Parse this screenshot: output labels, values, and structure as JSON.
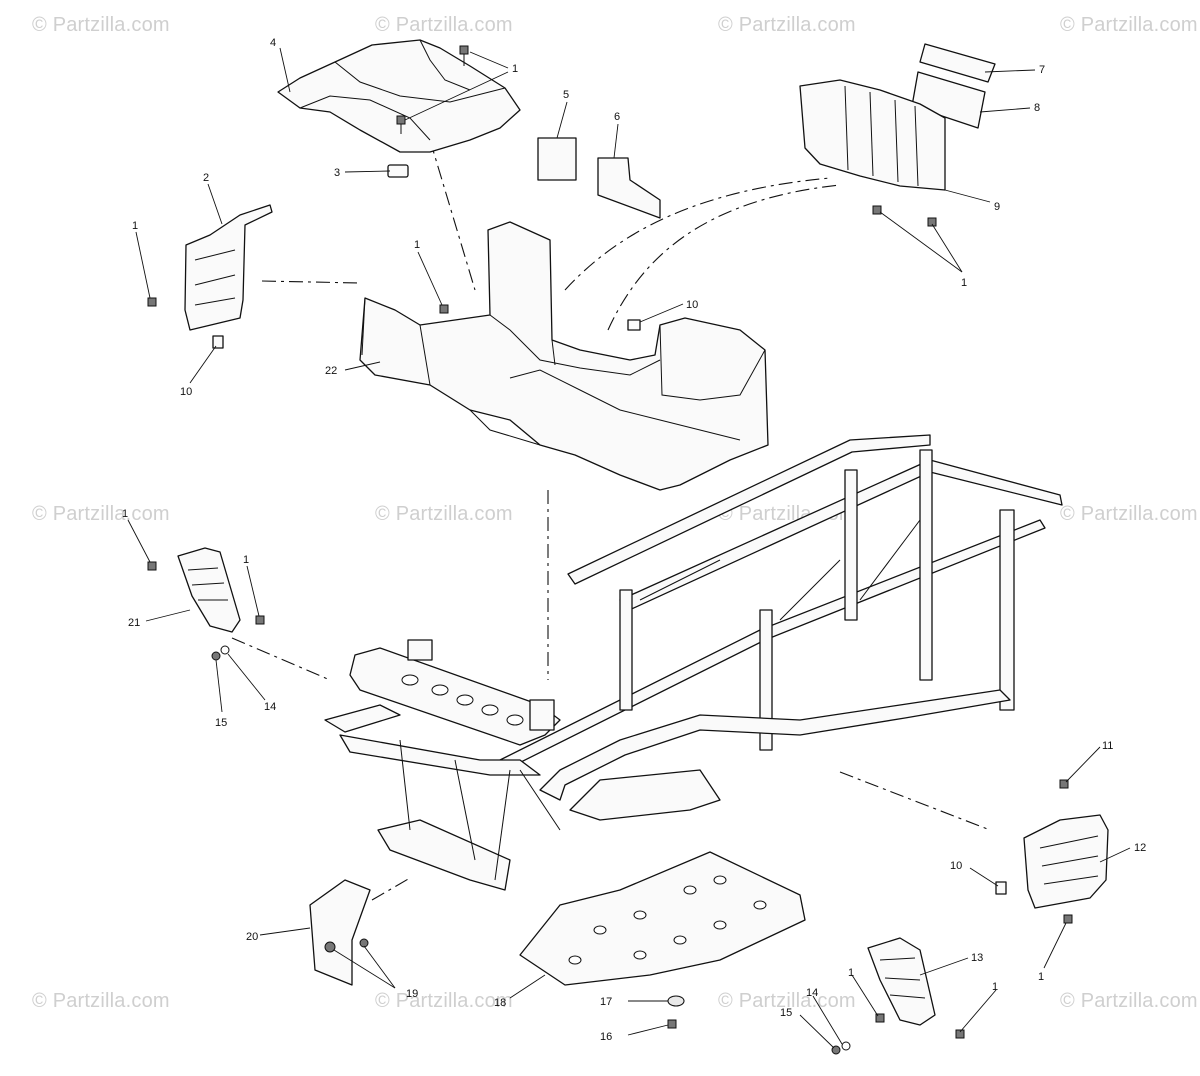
{
  "watermark": {
    "text": "© Partzilla.com"
  },
  "callouts": [
    "1",
    "2",
    "3",
    "4",
    "5",
    "6",
    "7",
    "8",
    "9",
    "10",
    "11",
    "12",
    "13",
    "14",
    "15",
    "16",
    "17",
    "18",
    "19",
    "20",
    "21",
    "22"
  ]
}
